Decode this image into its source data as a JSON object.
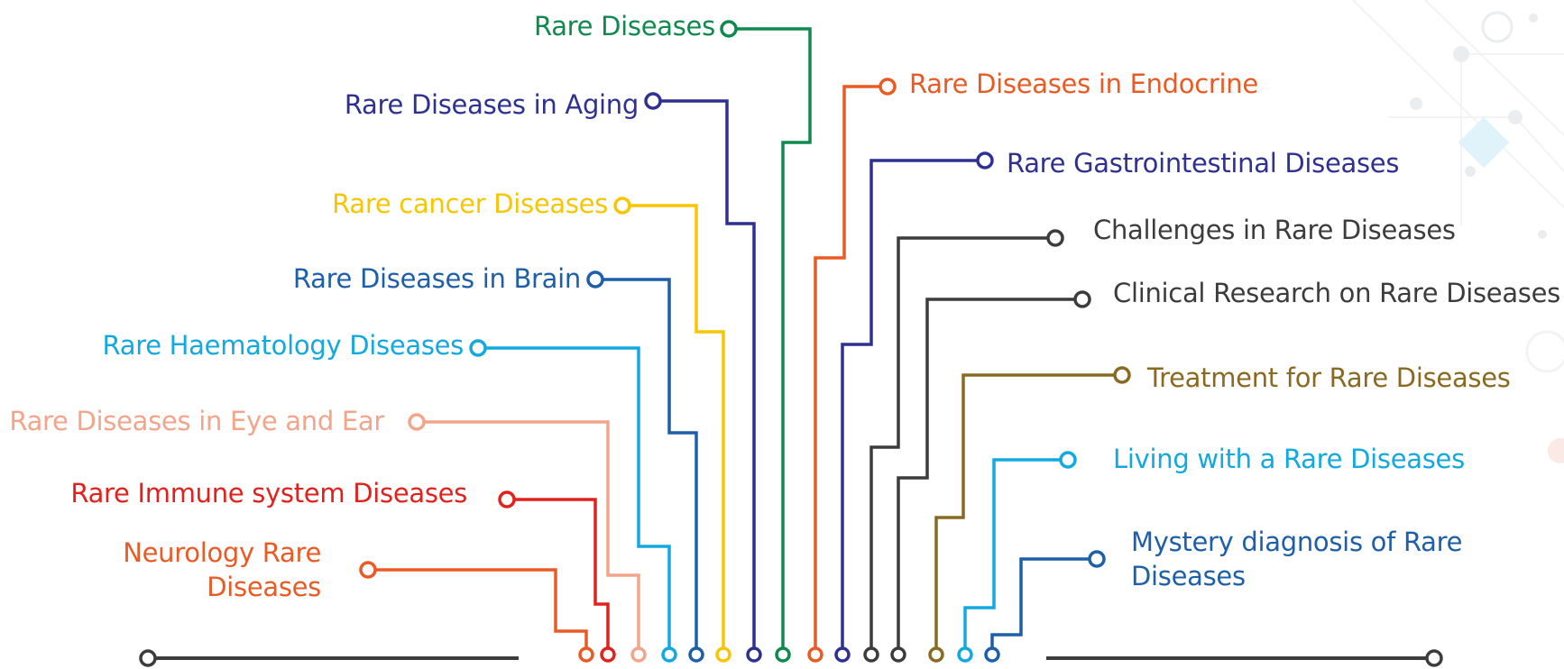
{
  "topics": [
    {
      "id": "rare-diseases",
      "label": "Rare Diseases",
      "color": "#0e8a4e"
    },
    {
      "id": "aging",
      "label": "Rare Diseases in Aging",
      "color": "#2e3192"
    },
    {
      "id": "cancer",
      "label": "Rare cancer Diseases",
      "color": "#f7c600"
    },
    {
      "id": "brain",
      "label": "Rare Diseases in Brain",
      "color": "#1d5fa8"
    },
    {
      "id": "haematology",
      "label": "Rare Haematology Diseases",
      "color": "#12a8e0"
    },
    {
      "id": "eye-ear",
      "label": "Rare Diseases in Eye and Ear",
      "color": "#f2a58a"
    },
    {
      "id": "immune",
      "label": "Rare Immune system Diseases",
      "color": "#e2211c"
    },
    {
      "id": "neurology",
      "label": "Neurology Rare Diseases",
      "color": "#ea5a24"
    },
    {
      "id": "endocrine",
      "label": "Rare Diseases in Endocrine",
      "color": "#ea5a24"
    },
    {
      "id": "gastro",
      "label": "Rare Gastrointestinal Diseases",
      "color": "#2e3192"
    },
    {
      "id": "challenges",
      "label": "Challenges in Rare Diseases",
      "color": "#3c3c3c"
    },
    {
      "id": "clinical",
      "label": "Clinical Research on Rare Diseases",
      "color": "#3c3c3c"
    },
    {
      "id": "treatment",
      "label": "Treatment for Rare Diseases",
      "color": "#8a6a22"
    },
    {
      "id": "living",
      "label": "Living with a Rare Diseases",
      "color": "#12a8e0"
    },
    {
      "id": "mystery",
      "label": "Mystery diagnosis of Rare Diseases",
      "color": "#1d5fa8"
    }
  ],
  "baseline_color": "#3c3c3c"
}
